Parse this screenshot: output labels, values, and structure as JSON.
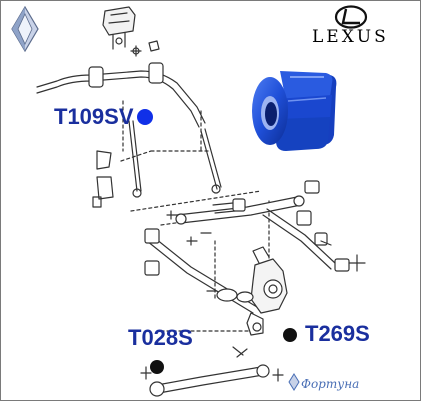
{
  "brand": {
    "wordmark": "LEXUS",
    "emblem_icon": "lexus-l-emblem-icon"
  },
  "parts": [
    {
      "code": "T109SV",
      "marker": "blue-dot"
    },
    {
      "code": "T028S",
      "marker": "black-dot"
    },
    {
      "code": "T269S",
      "marker": "black-dot"
    }
  ],
  "watermark": {
    "text": "Фортуна",
    "icon": "diamond-logo-icon"
  },
  "product_photo": {
    "icon": "blue-stabilizer-bushing-icon"
  },
  "diagram": {
    "icon": "rear-suspension-exploded-diagram"
  },
  "colors": {
    "label_blue": "#1a2f9e",
    "label_black": "#111111",
    "bushing_blue": "#1f4fd8",
    "marker_blue": "#1030e8",
    "watermark_blue": "#4a6fb5"
  }
}
